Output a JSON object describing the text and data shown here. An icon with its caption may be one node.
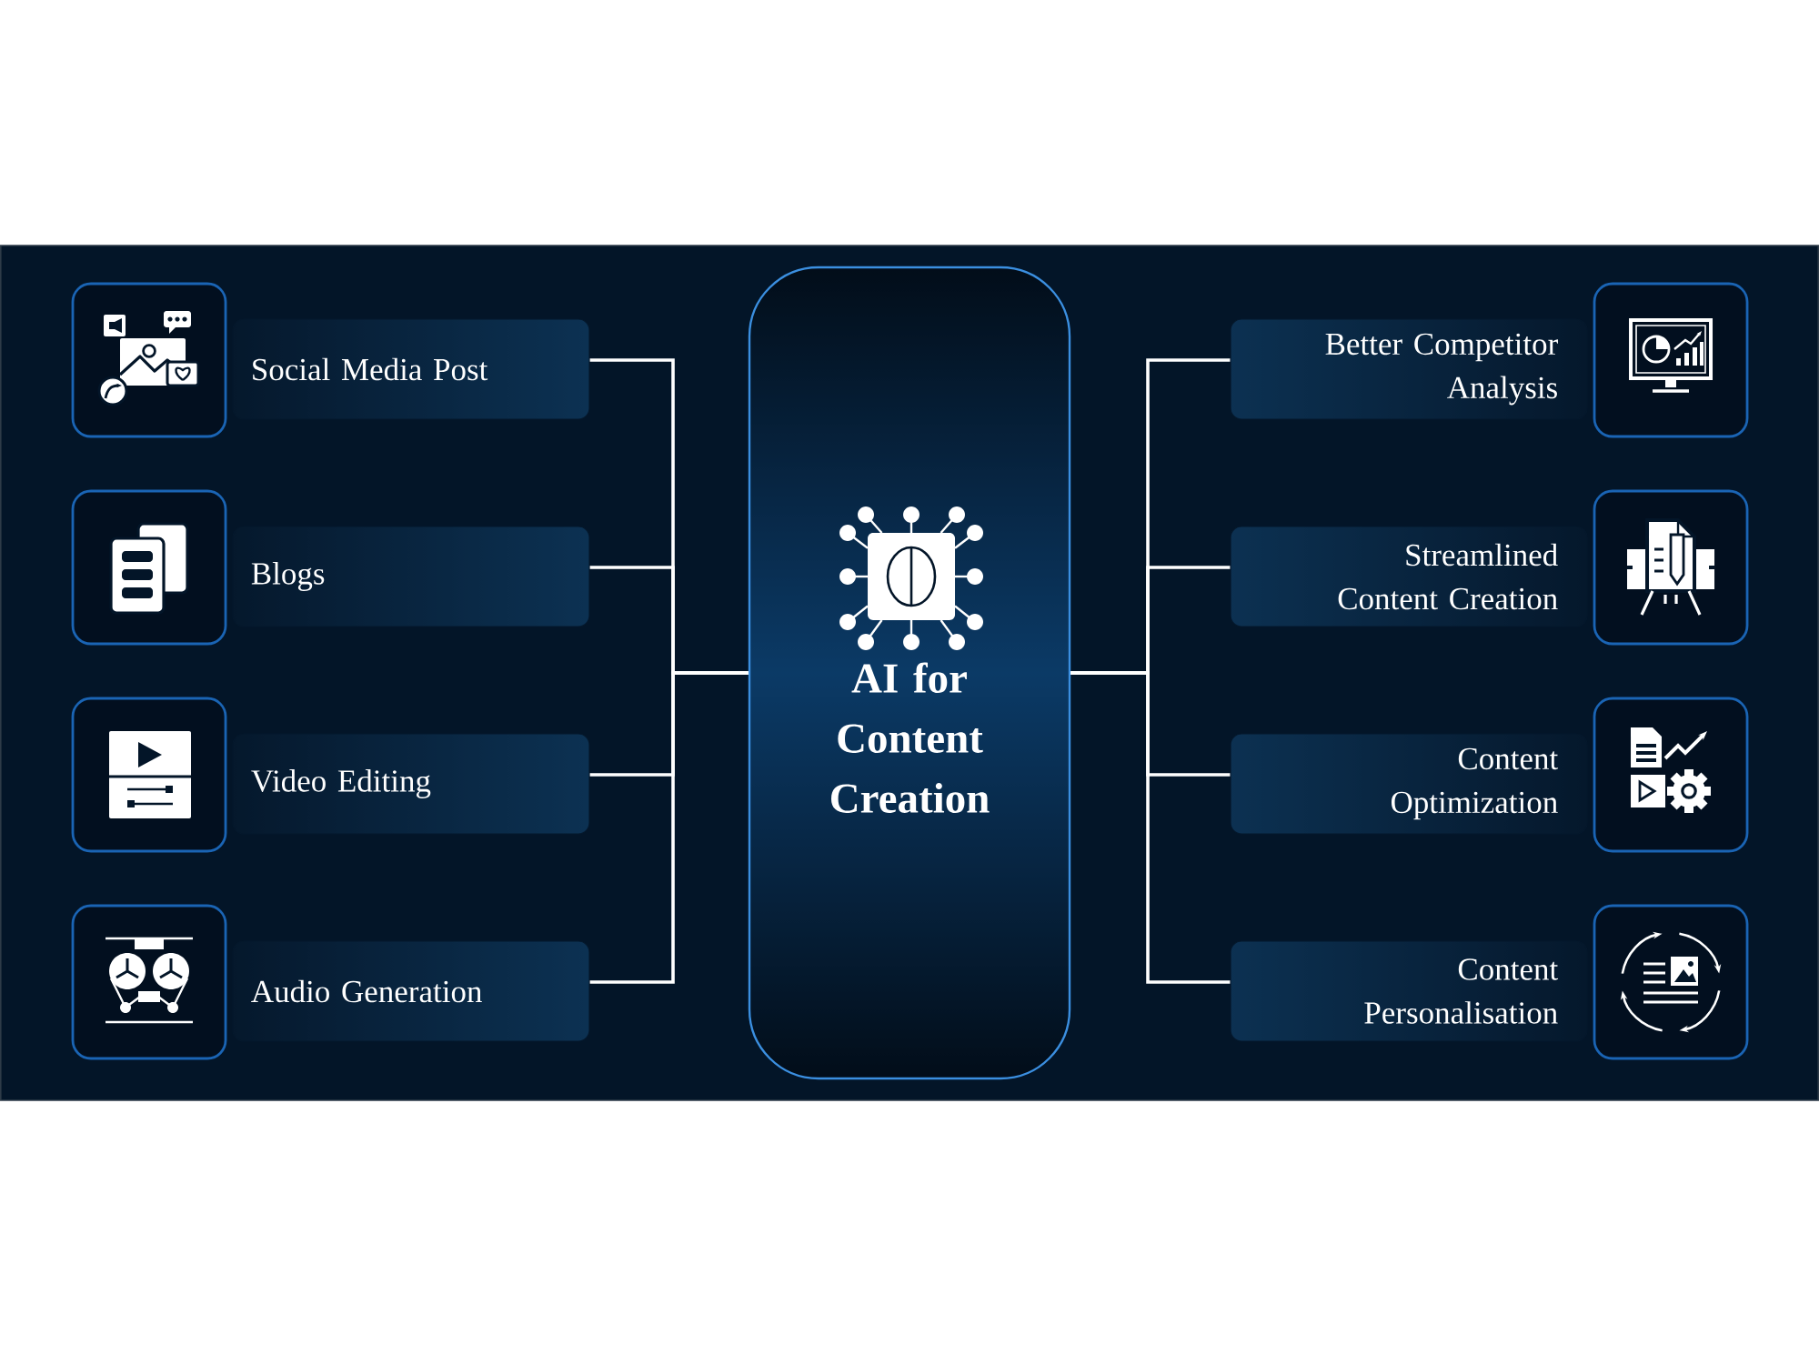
{
  "diagram": {
    "nodes": [
      {
        "text": [
          "Social Media Post"
        ]
      },
      {
        "text": [
          "Blogs"
        ]
      },
      {
        "text": [
          "Video Editing"
        ]
      },
      {
        "text": [
          "Audio Generation"
        ]
      },
      {
        "text": [
          "AI for Content Creation"
        ]
      },
      {
        "text": [
          "Better Competitor Analysis"
        ]
      },
      {
        "text": [
          "Streamlined Content Creation"
        ]
      },
      {
        "text": [
          "Content Optimization"
        ]
      },
      {
        "text": [
          "Content Personalisation"
        ]
      }
    ],
    "edges": [
      {
        "from": 0,
        "to": 4,
        "arrow": "none"
      },
      {
        "from": 1,
        "to": 4,
        "arrow": "none"
      },
      {
        "from": 2,
        "to": 4,
        "arrow": "none"
      },
      {
        "from": 3,
        "to": 4,
        "arrow": "none"
      },
      {
        "from": 4,
        "to": 5,
        "arrow": "none"
      },
      {
        "from": 4,
        "to": 6,
        "arrow": "none"
      },
      {
        "from": 4,
        "to": 7,
        "arrow": "none"
      },
      {
        "from": 4,
        "to": 8,
        "arrow": "none"
      }
    ]
  }
}
